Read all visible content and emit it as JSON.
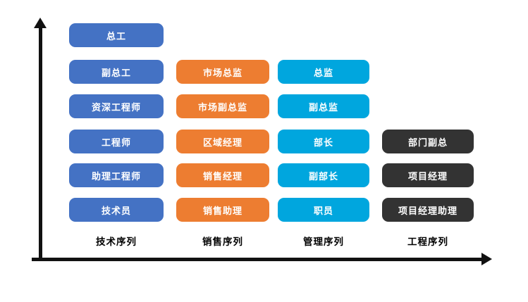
{
  "diagram": {
    "title": "",
    "axes": {
      "vertical_arrow": "up",
      "horizontal_arrow": "right",
      "axis_color": "#111111"
    },
    "columns": [
      {
        "name": "技术序列",
        "color": "#4472C4",
        "items": [
          "总工",
          "副总工",
          "资深工程师",
          "工程师",
          "助理工程师",
          "技术员"
        ]
      },
      {
        "name": "销售序列",
        "color": "#ED7D31",
        "items": [
          "市场总监",
          "市场副总监",
          "区域经理",
          "销售经理",
          "销售助理"
        ]
      },
      {
        "name": "管理序列",
        "color": "#00A6DE",
        "items": [
          "总监",
          "副总监",
          "部长",
          "副部长",
          "职员"
        ]
      },
      {
        "name": "工程序列",
        "color": "#333333",
        "items": [
          "部门副总",
          "项目经理",
          "项目经理助理"
        ]
      }
    ],
    "text_color": "#FFFFFF",
    "label_color": "#000000"
  }
}
